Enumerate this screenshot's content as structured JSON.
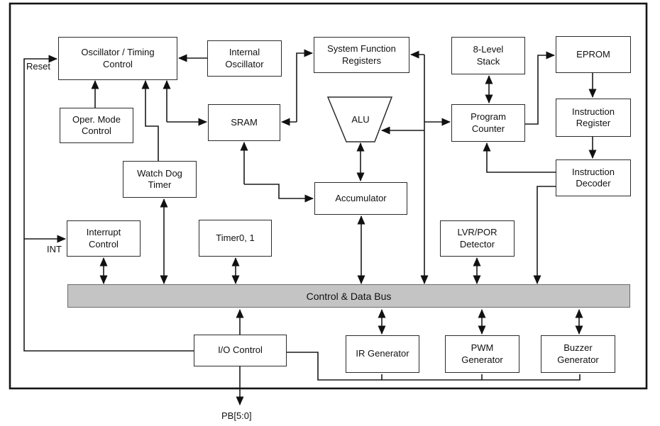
{
  "labels": {
    "reset": "Reset",
    "int": "INT",
    "pb": "PB[5:0]"
  },
  "bus": {
    "label": "Control & Data Bus",
    "fill_color": "#c4c4c4"
  },
  "blocks": {
    "oscillator_timing_control": "Oscillator / Timing\nControl",
    "internal_oscillator": "Internal\nOscillator",
    "oper_mode_control": "Oper. Mode\nControl",
    "watch_dog_timer": "Watch Dog\nTimer",
    "sram": "SRAM",
    "system_function_registers": "System Function\nRegisters",
    "eight_level_stack": "8-Level\nStack",
    "eprom": "EPROM",
    "alu": "ALU",
    "program_counter": "Program\nCounter",
    "instruction_register": "Instruction\nRegister",
    "instruction_decoder": "Instruction\nDecoder",
    "accumulator": "Accumulator",
    "interrupt_control": "Interrupt\nControl",
    "timer01": "Timer0, 1",
    "lvr_por_detector": "LVR/POR\nDetector",
    "io_control": "I/O Control",
    "ir_generator": "IR Generator",
    "pwm_generator": "PWM\nGenerator",
    "buzzer_generator": "Buzzer\nGenerator"
  },
  "line_color": "#1a1a1a"
}
